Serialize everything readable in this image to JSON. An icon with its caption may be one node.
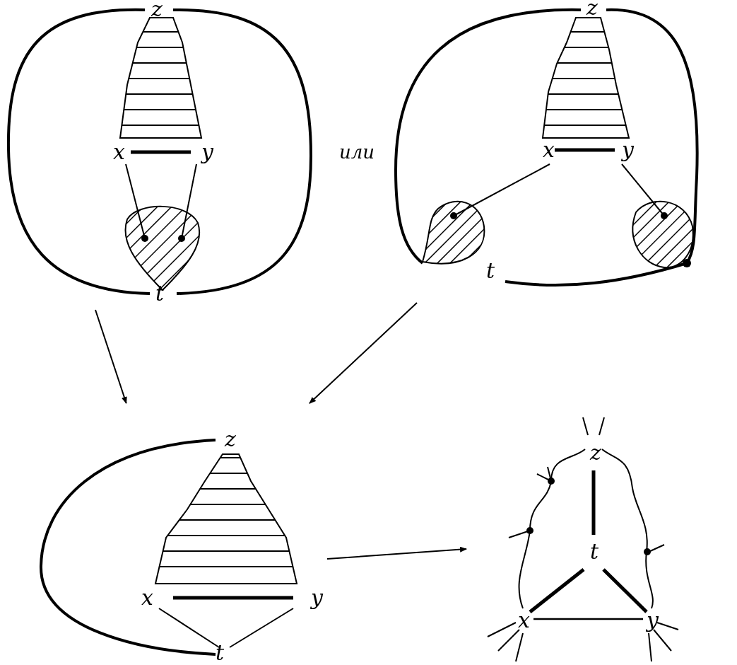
{
  "diagram": {
    "nodes": [
      {
        "text": [],
        "shape": "picture"
      },
      {
        "text": [],
        "shape": "picture"
      },
      {
        "text": [],
        "shape": "picture"
      },
      {
        "text": [],
        "shape": "picture"
      }
    ],
    "edges": [
      {
        "from": 0,
        "to": 2,
        "arrow": "to"
      },
      {
        "from": 1,
        "to": 2,
        "arrow": "to"
      },
      {
        "from": 2,
        "to": 3,
        "arrow": "to"
      }
    ],
    "labels": [
      "z",
      "x",
      "y",
      "t",
      "или",
      "z",
      "x",
      "y",
      "t",
      "z",
      "x",
      "y",
      "t",
      "z",
      "t",
      "x",
      "y"
    ]
  }
}
